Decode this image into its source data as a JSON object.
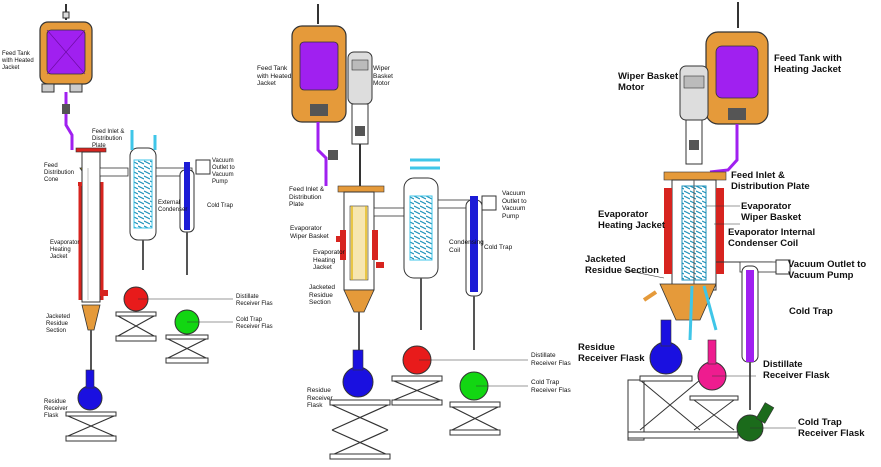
{
  "colors": {
    "feed_tank": "#e59a3a",
    "feed_tank_inner": "#a020f0",
    "jacket_red": "#d7241f",
    "condenser_cyan": "#3fc6e8",
    "cold_trap_blue": "#1c1cd6",
    "distillate_red": "#e81b1b",
    "distillate_pink": "#ee1c8f",
    "cold_trap_green": "#12d612",
    "residue_blue": "#1a10e0",
    "distribution_cone": "#ffe600",
    "glass_outline": "#333333",
    "dark_green": "#1b6b1b"
  },
  "diagram_left": {
    "labels": [
      "Feed Tank\nwith Heated\nJacket",
      "Feed Inlet &\nDistribution\nPlate",
      "Feed\nDistribution\nCone",
      "Vacuum\nOutlet to\nVacuum\nPump",
      "External\nCondenser",
      "Cold Trap",
      "Evaporator\nHeating\nJacket",
      "Distillate\nReceiver Flas",
      "Cold Trap\nReceiver Flas",
      "Jacketed\nResidue\nSection",
      "Residue\nReceiver\nFlask"
    ]
  },
  "diagram_middle": {
    "labels": [
      "Feed Tank\nwith Heated\nJacket",
      "Wiper\nBasket\nMotor",
      "Feed Inlet &\nDistribution\nPlate",
      "Vacuum\nOutlet to\nVacuum\nPump",
      "Evaporator\nWiper Basket",
      "Condensing\nCoil",
      "Cold Trap",
      "Evaporator\nHeating\nJacket",
      "Jacketed\nResidue\nSection",
      "Distillate\nReceiver Flas",
      "Cold Trap\nReceiver Flas",
      "Residue\nReceiver\nFlask"
    ]
  },
  "diagram_right": {
    "labels": [
      "Wiper Basket\nMotor",
      "Feed Tank with\nHeating Jacket",
      "Feed Inlet &\nDistribution Plate",
      "Evaporator\nHeating Jacket",
      "Evaporator\nWiper Basket",
      "Evaporator Internal\nCondenser Coil",
      "Jacketed\nResidue Section",
      "Vacuum Outlet to\nVacuum Pump",
      "Cold Trap",
      "Residue\nReceiver Flask",
      "Distillate\nReceiver Flask",
      "Cold Trap\nReceiver Flask"
    ]
  }
}
